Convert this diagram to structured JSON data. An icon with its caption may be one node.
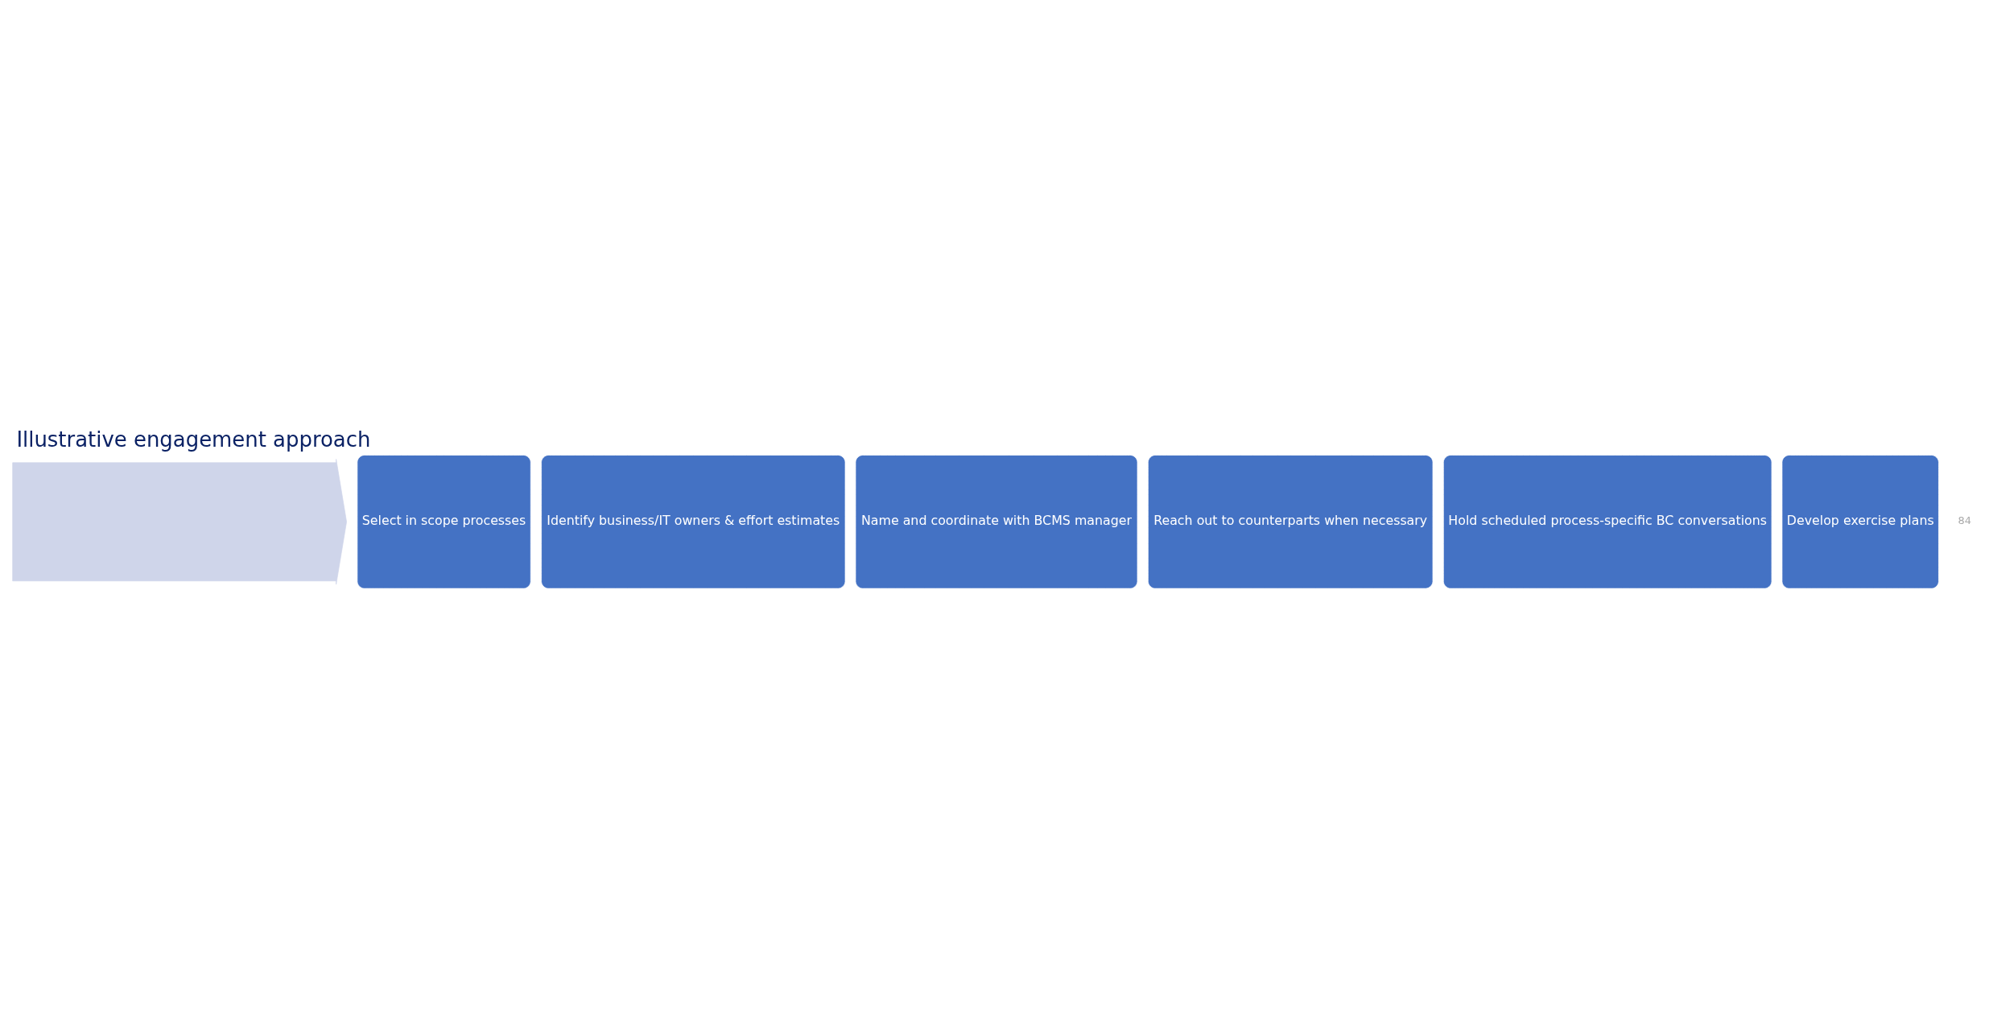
{
  "diagram": {
    "title": "Illustrative engagement approach",
    "nodes": [
      {
        "text": [],
        "shape": "arrow"
      },
      {
        "text": [
          "Select in scope processes"
        ]
      },
      {
        "text": [
          "Identify business/IT owners & effort estimates"
        ]
      },
      {
        "text": [
          "Name and coordinate with BCMS manager"
        ]
      },
      {
        "text": [
          "Reach out to counterparts when necessary"
        ]
      },
      {
        "text": [
          "Hold scheduled process-specific BC conversations"
        ]
      },
      {
        "text": [
          "Develop exercise plans"
        ]
      }
    ],
    "edges": [],
    "labels": [
      "84"
    ]
  }
}
